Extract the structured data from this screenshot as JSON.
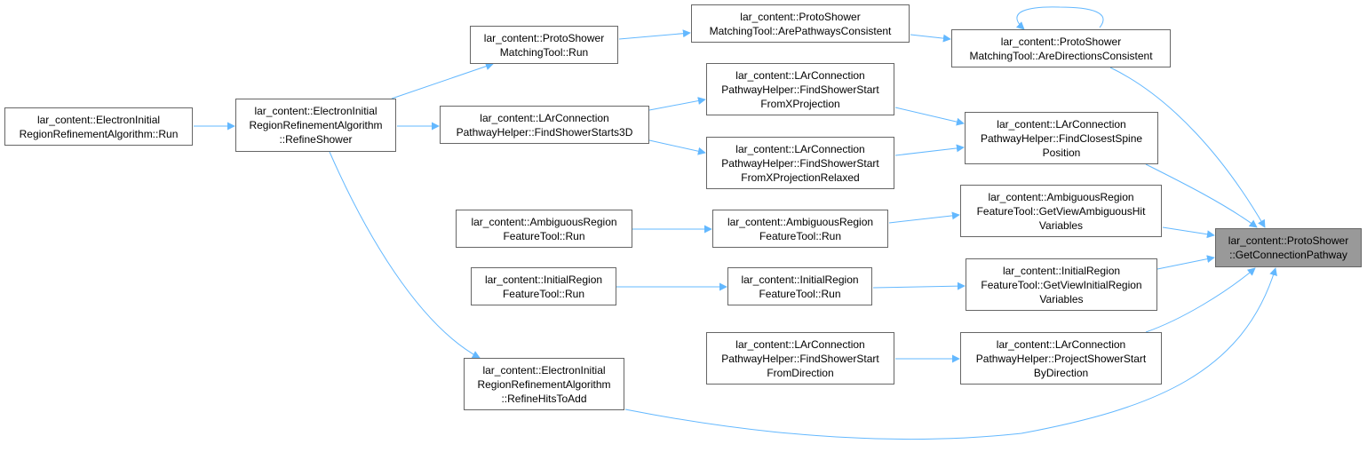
{
  "edge_color": "#63b8ff",
  "node_border_color": "#666666",
  "target_node_fill": "#999999",
  "nodes": [
    {
      "id": "n1",
      "lines": [
        "lar_content::ElectronInitial",
        "RegionRefinementAlgorithm::Run"
      ]
    },
    {
      "id": "n2",
      "lines": [
        "lar_content::ElectronInitial",
        "RegionRefinementAlgorithm",
        "::RefineShower"
      ]
    },
    {
      "id": "n3",
      "lines": [
        "lar_content::ProtoShower",
        "MatchingTool::Run"
      ]
    },
    {
      "id": "n4",
      "lines": [
        "lar_content::LArConnection",
        "PathwayHelper::FindShowerStarts3D"
      ]
    },
    {
      "id": "n5",
      "lines": [
        "lar_content::ProtoShower",
        "MatchingTool::ArePathwaysConsistent"
      ]
    },
    {
      "id": "n6",
      "lines": [
        "lar_content::ProtoShower",
        "MatchingTool::AreDirectionsConsistent"
      ]
    },
    {
      "id": "n7",
      "lines": [
        "lar_content::LArConnection",
        "PathwayHelper::FindShowerStart",
        "FromXProjection"
      ]
    },
    {
      "id": "n8",
      "lines": [
        "lar_content::LArConnection",
        "PathwayHelper::FindShowerStart",
        "FromXProjectionRelaxed"
      ]
    },
    {
      "id": "n9",
      "lines": [
        "lar_content::LArConnection",
        "PathwayHelper::FindClosestSpine",
        "Position"
      ]
    },
    {
      "id": "n10",
      "lines": [
        "lar_content::AmbiguousRegion",
        "FeatureTool::Run"
      ]
    },
    {
      "id": "n11",
      "lines": [
        "lar_content::AmbiguousRegion",
        "FeatureTool::Run"
      ]
    },
    {
      "id": "n12",
      "lines": [
        "lar_content::AmbiguousRegion",
        "FeatureTool::GetViewAmbiguousHit",
        "Variables"
      ]
    },
    {
      "id": "n13",
      "lines": [
        "lar_content::InitialRegion",
        "FeatureTool::Run"
      ]
    },
    {
      "id": "n14",
      "lines": [
        "lar_content::InitialRegion",
        "FeatureTool::Run"
      ]
    },
    {
      "id": "n15",
      "lines": [
        "lar_content::InitialRegion",
        "FeatureTool::GetViewInitialRegion",
        "Variables"
      ]
    },
    {
      "id": "n16",
      "lines": [
        "lar_content::LArConnection",
        "PathwayHelper::FindShowerStart",
        "FromDirection"
      ]
    },
    {
      "id": "n17",
      "lines": [
        "lar_content::LArConnection",
        "PathwayHelper::ProjectShowerStart",
        "ByDirection"
      ]
    },
    {
      "id": "n18",
      "lines": [
        "lar_content::ElectronInitial",
        "RegionRefinementAlgorithm",
        "::RefineHitsToAdd"
      ]
    },
    {
      "id": "n19",
      "lines": [
        "lar_content::ProtoShower",
        "::GetConnectionPathway"
      ],
      "target": true
    }
  ],
  "edges": [
    {
      "from": "n2",
      "to": "n1"
    },
    {
      "from": "n3",
      "to": "n2"
    },
    {
      "from": "n4",
      "to": "n2"
    },
    {
      "from": "n18",
      "to": "n2"
    },
    {
      "from": "n5",
      "to": "n3"
    },
    {
      "from": "n6",
      "to": "n5"
    },
    {
      "from": "n6",
      "to": "n6"
    },
    {
      "from": "n7",
      "to": "n4"
    },
    {
      "from": "n8",
      "to": "n4"
    },
    {
      "from": "n9",
      "to": "n7"
    },
    {
      "from": "n9",
      "to": "n8"
    },
    {
      "from": "n11",
      "to": "n10"
    },
    {
      "from": "n12",
      "to": "n11"
    },
    {
      "from": "n14",
      "to": "n13"
    },
    {
      "from": "n15",
      "to": "n14"
    },
    {
      "from": "n17",
      "to": "n16"
    },
    {
      "from": "n19",
      "to": "n6"
    },
    {
      "from": "n19",
      "to": "n9"
    },
    {
      "from": "n19",
      "to": "n12"
    },
    {
      "from": "n19",
      "to": "n15"
    },
    {
      "from": "n19",
      "to": "n17"
    },
    {
      "from": "n19",
      "to": "n18"
    }
  ]
}
